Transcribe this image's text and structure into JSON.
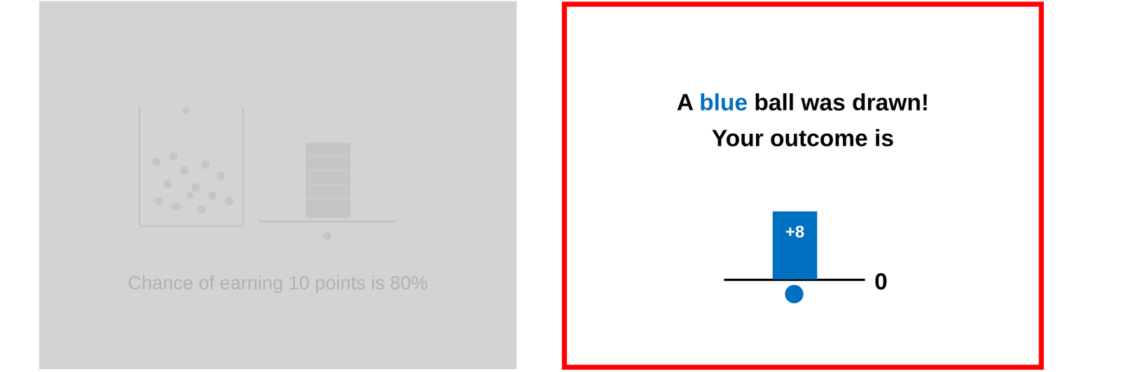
{
  "diagram": {
    "nodes": [
      {
        "text": [
          "Chance of earning 10 points is 80%"
        ]
      },
      {
        "text": [
          "A blue ball was drawn!",
          "Your outcome is"
        ]
      },
      {
        "text": [
          "+8"
        ],
        "in": 1
      }
    ],
    "labels": [
      "0"
    ]
  }
}
